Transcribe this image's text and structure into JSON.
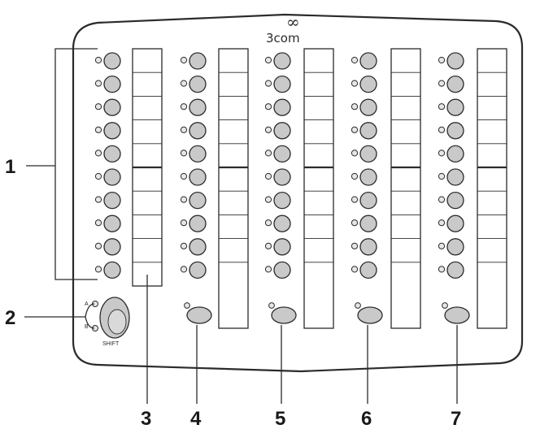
{
  "brand": {
    "logo_text": "3COM",
    "wordmark": "3com"
  },
  "shift": {
    "label": "SHIFT",
    "led_a": "A",
    "led_b": "B"
  },
  "device": {
    "button_rows": 10,
    "module_count": 5,
    "shift_module": 1
  },
  "callouts": [
    {
      "number": "1",
      "target": "programmable-button-group"
    },
    {
      "number": "2",
      "target": "shift-key"
    },
    {
      "number": "3",
      "target": "label-strip"
    },
    {
      "number": "4",
      "target": "module-page-key"
    },
    {
      "number": "5",
      "target": "module-page-key"
    },
    {
      "number": "6",
      "target": "module-page-key"
    },
    {
      "number": "7",
      "target": "module-page-key"
    }
  ],
  "colors": {
    "outline": "#2b2b2b",
    "button_fill": "#c9c9c9",
    "led_fill": "#e6e6e6",
    "panel_fill": "#ffffff"
  }
}
